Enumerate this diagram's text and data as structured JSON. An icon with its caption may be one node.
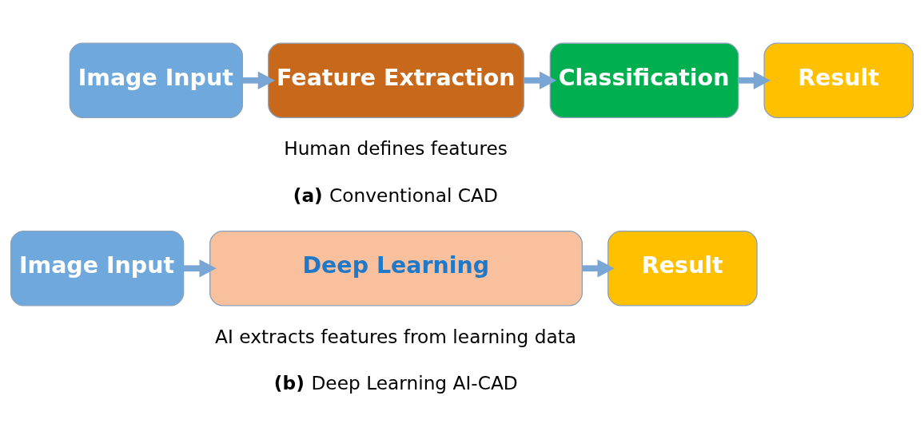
{
  "diagram": {
    "nodes": [
      {
        "text": [
          "Image Input"
        ]
      },
      {
        "text": [
          "Feature Extraction"
        ]
      },
      {
        "text": [
          "Classification"
        ]
      },
      {
        "text": [
          "Result"
        ]
      },
      {
        "text": [
          "Image Input"
        ]
      },
      {
        "text": [
          "Deep Learning"
        ]
      },
      {
        "text": [
          "Result"
        ]
      }
    ],
    "edges": [
      {
        "from": 0,
        "to": 1,
        "arrow": "to"
      },
      {
        "from": 1,
        "to": 2,
        "arrow": "to"
      },
      {
        "from": 2,
        "to": 3,
        "arrow": "to"
      },
      {
        "from": 4,
        "to": 5,
        "arrow": "to"
      },
      {
        "from": 5,
        "to": 6,
        "arrow": "to"
      }
    ],
    "labels": [
      "Human defines features",
      "**(a)** Conventional CAD",
      "AI extracts features from learning data",
      "**(b)** Deep Learning AI-CAD"
    ]
  }
}
